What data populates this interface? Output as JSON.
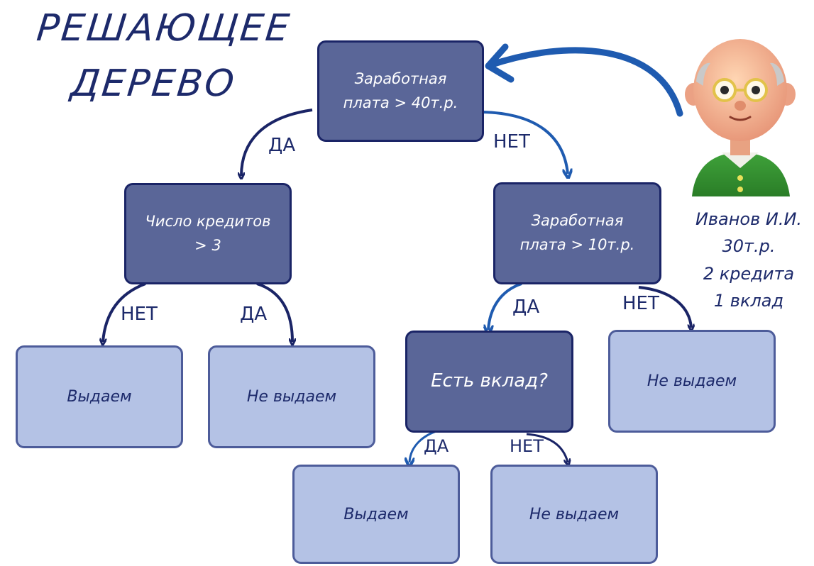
{
  "title": {
    "line1": "РЕШАЮЩЕЕ",
    "line2": "ДЕРЕВО"
  },
  "nodes": {
    "root": {
      "line1": "Заработная",
      "line2": "плата > 40т.р."
    },
    "left": {
      "line1": "Число кредитов",
      "line2": "> 3"
    },
    "right": {
      "line1": "Заработная",
      "line2": "плата > 10т.р."
    },
    "deposit": {
      "text": "Есть вклад?"
    }
  },
  "leaves": {
    "left_no": "Выдаем",
    "left_yes": "Не выдаем",
    "right_no": "Не выдаем",
    "deposit_yes": "Выдаем",
    "deposit_no": "Не выдаем"
  },
  "edge_labels": {
    "root_yes": "ДА",
    "root_no": "НЕТ",
    "left_no": "НЕТ",
    "left_yes": "ДА",
    "right_yes": "ДА",
    "right_no": "НЕТ",
    "deposit_yes": "ДА",
    "deposit_no": "НЕТ"
  },
  "person": {
    "name": "Иванов И.И.",
    "salary": "30т.р.",
    "credits": "2 кредита",
    "deposits": "1 вклад",
    "icon": "person-avatar-icon"
  },
  "colors": {
    "decision_node": "#5a6698",
    "leaf_node": "#b4c2e5",
    "border": "#1a2466",
    "text_dark": "#1d2a6b",
    "arrow_dark": "#1a2466",
    "arrow_blue": "#1f5bb0"
  }
}
